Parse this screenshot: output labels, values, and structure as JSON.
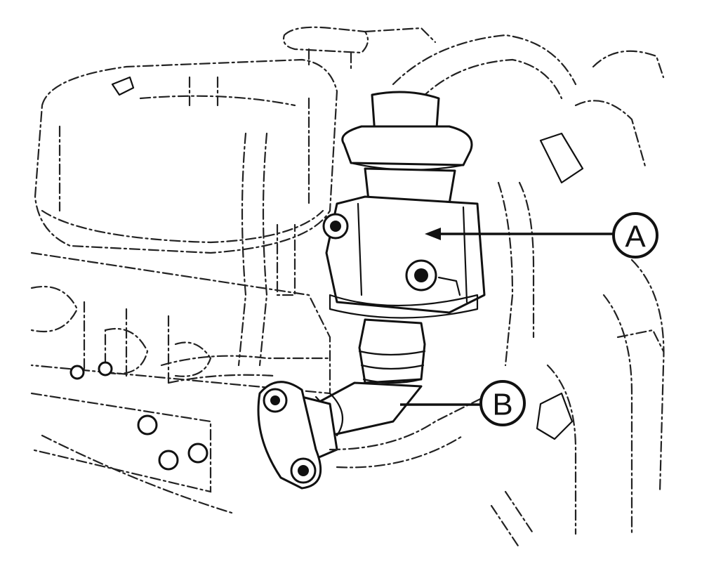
{
  "callouts": [
    {
      "id": "A",
      "label": "A"
    },
    {
      "id": "B",
      "label": "B"
    }
  ],
  "colors": {
    "ink": "#111111",
    "paper": "#ffffff"
  }
}
